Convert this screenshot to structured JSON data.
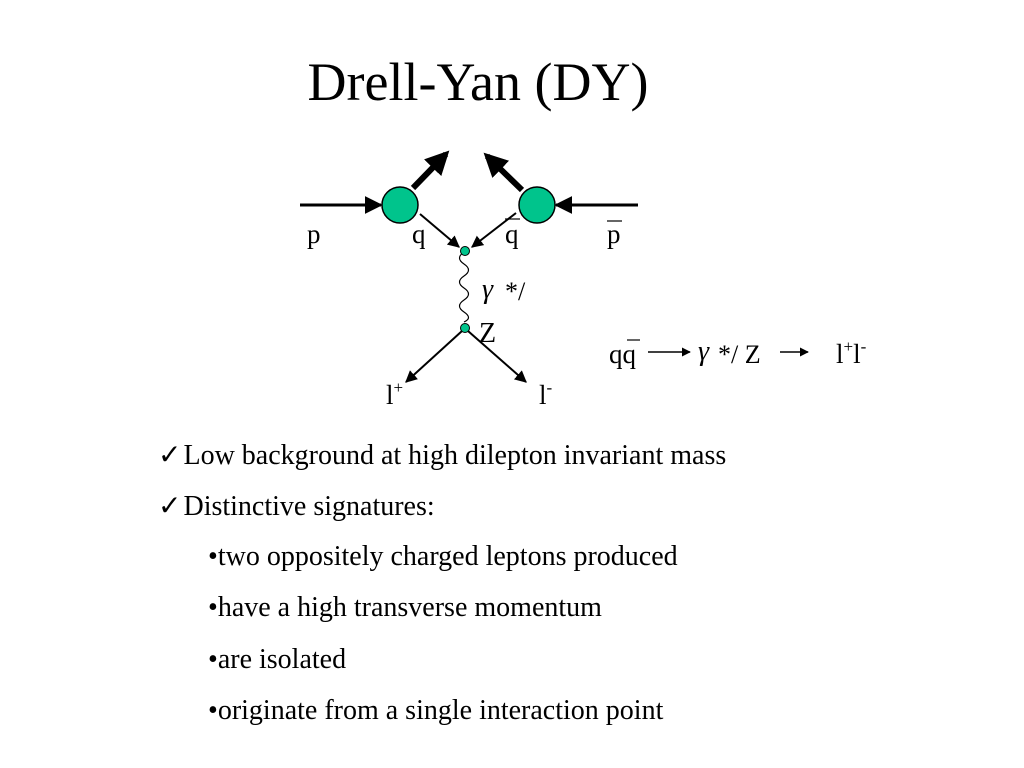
{
  "slide": {
    "title": "Drell-Yan (DY)"
  },
  "diagram": {
    "left_particle": "p",
    "left_quark": "q",
    "right_quark": "q",
    "right_particle": "p",
    "boson_label_gamma": "γ",
    "boson_label_rest": "*/",
    "boson_label_z": "Z",
    "lepton_left": "l",
    "lepton_left_sup": "+",
    "lepton_right": "l",
    "lepton_right_sup": "-",
    "reaction_initial": "qq",
    "reaction_intermediate_gamma": "γ",
    "reaction_intermediate_rest": "*/ Z",
    "reaction_final_l1": "l",
    "reaction_final_sup1": "+",
    "reaction_final_l2": "l",
    "reaction_final_sup2": "-",
    "colors": {
      "blob": "#00c48c",
      "line": "#000000"
    }
  },
  "bullets": {
    "check_symbol": "✓",
    "dot_symbol": "•",
    "main": [
      "Low background at high dilepton invariant mass",
      "Distinctive signatures:"
    ],
    "sub": [
      "two oppositely charged leptons produced",
      "have a high transverse momentum",
      "are isolated",
      "originate from a single interaction point"
    ]
  }
}
